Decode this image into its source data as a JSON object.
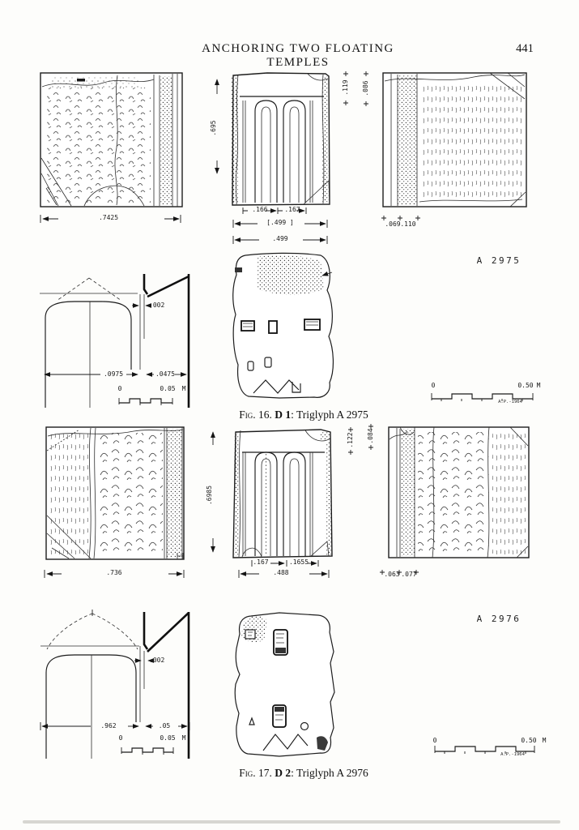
{
  "page": {
    "title": "ANCHORING TWO FLOATING TEMPLES",
    "number": "441"
  },
  "fig16": {
    "catalog": "A 2975",
    "caption": {
      "fig": "Fig. 16.",
      "code": "D 1",
      "rest": ": Triglyph A 2975"
    },
    "dims": {
      "left_face_width": ".7425",
      "front_height": ".695",
      "glyph1": ".166",
      "glyph2": ".167",
      "front_width_bracket": "[.499 ]",
      "front_width": ".499",
      "side_offset1": ".119",
      "side_offset2": ".086",
      "right_offset1": ".069",
      "right_offset2": ".110",
      "joint_gap": ".002",
      "profile_w1": ".0975",
      "profile_w2": ".0475"
    },
    "scale_small": {
      "zero": "0",
      "end": "0.05",
      "unit": "M"
    },
    "scale_large": {
      "zero": "0",
      "end": "0.50",
      "unit": "M",
      "credit": "A.P.-1964"
    }
  },
  "fig17": {
    "catalog": "A 2976",
    "caption": {
      "fig": "Fig. 17.",
      "code": "D 2",
      "rest": ": Triglyph A 2976"
    },
    "dims": {
      "left_face_width": ".736",
      "front_height": ".6985",
      "glyph1": ".167",
      "glyph2": ".1655",
      "front_width": ".488",
      "side_offset1": ".122",
      "side_offset2": ".084",
      "right_offset1": ".063",
      "right_offset2": ".077",
      "joint_gap": ".002",
      "profile_w1": ".962",
      "profile_w2": ".05"
    },
    "scale_small": {
      "zero": "0",
      "end": "0.05",
      "unit": "M"
    },
    "scale_large": {
      "zero": "0",
      "end": "0.50",
      "unit": "M",
      "credit": "A.P.-1964"
    }
  }
}
